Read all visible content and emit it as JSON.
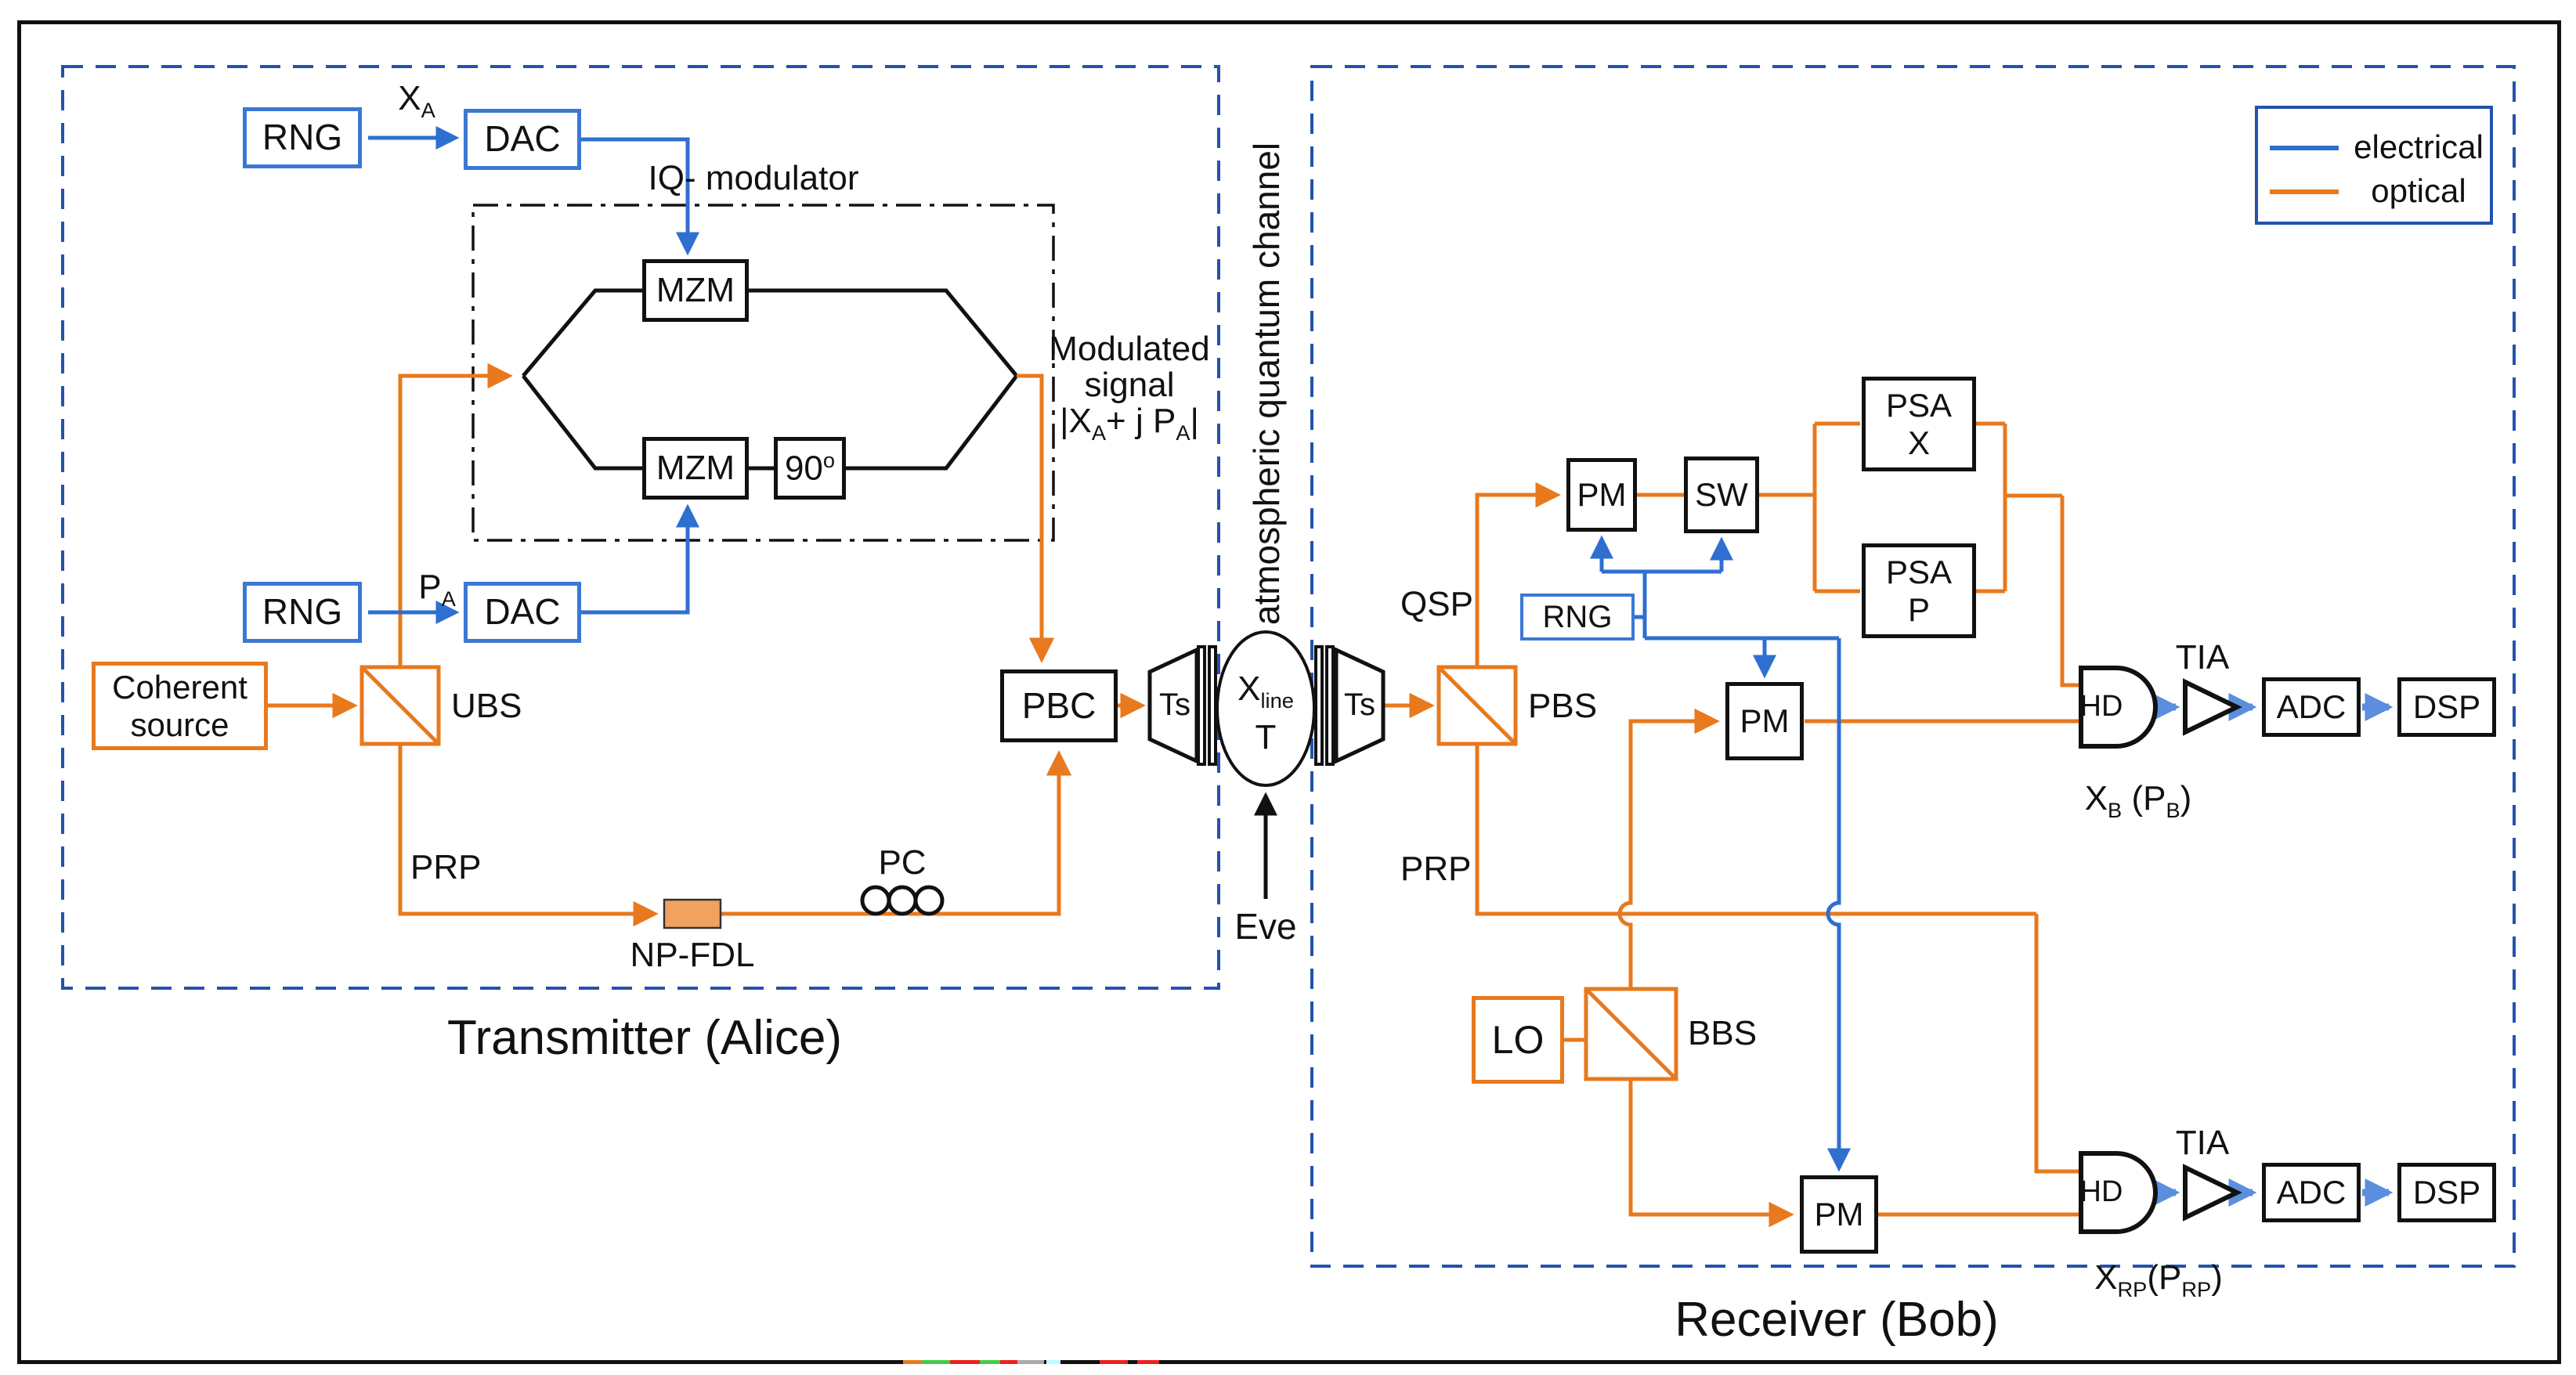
{
  "titles": {
    "alice": "Transmitter (Alice)",
    "bob": "Receiver (Bob)",
    "channel": "atmospheric quantum channel",
    "iq": "IQ- modulator"
  },
  "legend": {
    "electrical": "electrical",
    "optical": "optical"
  },
  "colors": {
    "electrical": "#2e6fd0",
    "optical": "#e8791d",
    "dashed_border": "#2253ad",
    "black": "#111111",
    "npfdl_fill": "#f0a25e"
  },
  "alice": {
    "rng1": "RNG",
    "dac1": "DAC",
    "rng2": "RNG",
    "dac2": "DAC",
    "xa": {
      "base": "X",
      "sub": "A"
    },
    "pa": {
      "base": "P",
      "sub": "A"
    },
    "mzm1": "MZM",
    "mzm2": "MZM",
    "deg90": {
      "base": "90",
      "sup": "o"
    },
    "coherent": {
      "l1": "Coherent",
      "l2": "source"
    },
    "ubs": "UBS",
    "prp": "PRP",
    "npfdl": "NP-FDL",
    "pc": "PC",
    "pbc": "PBC",
    "ts": "Ts",
    "mod": {
      "l1": "Modulated",
      "l2": "signal",
      "f1": "|X",
      "f2": "A",
      "f3": "+ j P",
      "f4": "A",
      "f5": "|"
    }
  },
  "channel": {
    "xline": {
      "base": "X",
      "sub": "line"
    },
    "t": "T",
    "eve": "Eve"
  },
  "bob": {
    "ts": "Ts",
    "pbs": "PBS",
    "qsp": "QSP",
    "prp": "PRP",
    "rng": "RNG",
    "pm1": "PM",
    "sw": "SW",
    "psax": {
      "l1": "PSA",
      "l2": "X"
    },
    "psap": {
      "l1": "PSA",
      "l2": "P"
    },
    "pm2": "PM",
    "pm3": "PM",
    "lo": "LO",
    "bbs": "BBS",
    "hd1": "HD",
    "hd2": "HD",
    "tia1": "TIA",
    "tia2": "TIA",
    "adc1": "ADC",
    "adc2": "ADC",
    "dsp1": "DSP",
    "dsp2": "DSP",
    "xb": {
      "f1": "X",
      "f2": "B",
      "f3": " (P",
      "f4": "B",
      "f5": ")"
    },
    "xrp": {
      "f1": "X",
      "f2": "RP",
      "f3": "(P",
      "f4": "RP",
      "f5": ")"
    }
  }
}
